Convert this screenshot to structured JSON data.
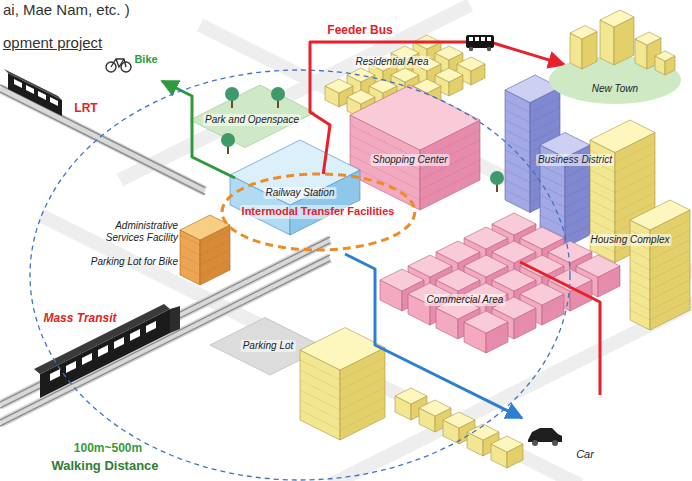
{
  "diagram": {
    "nodes": [
      {
        "text": [
          "New Town"
        ]
      },
      {
        "text": [
          "Intermodal Transfer Facilities"
        ]
      }
    ],
    "edges": [
      {
        "from": 1,
        "to": 0,
        "arrow": "to",
        "label": "Feeder Bus"
      }
    ],
    "labels": [
      "ai, Mae Nam, etc. )",
      "opment project",
      "Bike",
      "Residential Area",
      "LRT",
      "Park and Openspace",
      "Business District",
      "Shopping Center",
      "Railway Station",
      "Administrative Services Facility",
      "Housing Complex",
      "Parking Lot for Bike",
      "Commercial Area",
      "Mass Transit",
      "Parking Lot",
      "100m~500m",
      "Walking Distance",
      "Car"
    ]
  }
}
